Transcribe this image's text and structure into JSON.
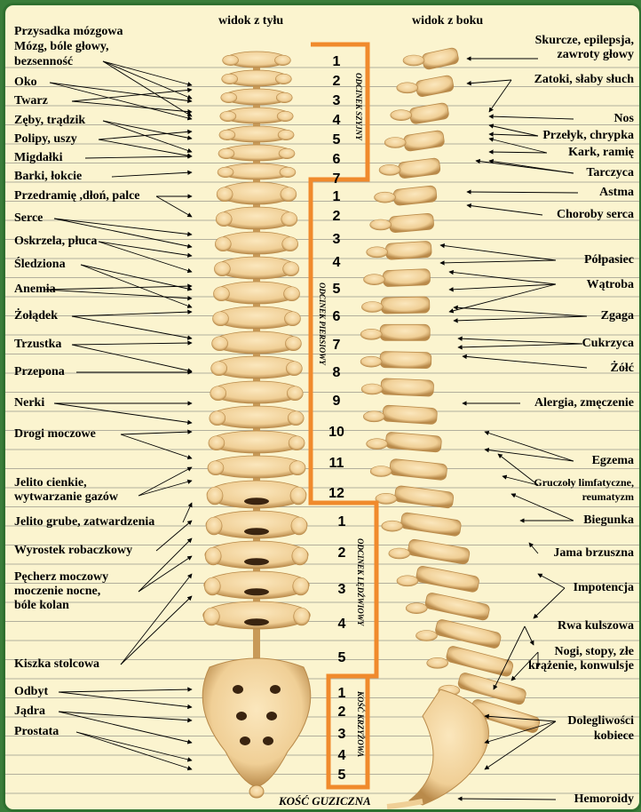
{
  "headers": {
    "back_view": "widok z tyłu",
    "side_view": "widok z boku"
  },
  "sections": {
    "cervical": {
      "label": "ODCINEK SZYJNY",
      "numbers": [
        "1",
        "2",
        "3",
        "4",
        "5",
        "6",
        "7"
      ]
    },
    "thoracic": {
      "label": "ODCINEK PIERSIOWY",
      "numbers": [
        "1",
        "2",
        "3",
        "4",
        "5",
        "6",
        "7",
        "8",
        "9",
        "10",
        "11",
        "12"
      ]
    },
    "lumbar": {
      "label": "ODCINEK LĘDŹWIOWY",
      "numbers": [
        "1",
        "2",
        "3",
        "4",
        "5"
      ]
    },
    "sacral": {
      "label": "KOŚĆ KRZYŻOWA",
      "numbers": [
        "1",
        "2",
        "3",
        "4",
        "5"
      ]
    }
  },
  "coccyx_label": "KOŚĆ GUZICZNA",
  "left_labels": [
    "Przysadka mózgowa",
    "Mózg, bóle głowy,",
    "bezsenność",
    "Oko",
    "Twarz",
    "Zęby, trądzik",
    "Polipy, uszy",
    "Migdałki",
    "Barki, łokcie",
    "Przedramię ,dłoń, palce",
    "Serce",
    "Oskrzela, płuca",
    "Śledziona",
    "Anemia",
    "Żołądek",
    "Trzustka",
    "Przepona",
    "Nerki",
    "Drogi moczowe",
    "Jelito cienkie,",
    "wytwarzanie gazów",
    "Jelito grube, zatwardzenia",
    "Wyrostek robaczkowy",
    "Pęcherz moczowy",
    "moczenie nocne,",
    "bóle kolan",
    "Kiszka stolcowa",
    "Odbyt",
    "Jądra",
    "Prostata"
  ],
  "right_labels": [
    "Skurcze, epilepsja,",
    "zawroty głowy",
    "Zatoki, słaby słuch",
    "Nos",
    "Przełyk, chrypka",
    "Kark, ramię",
    "Tarczyca",
    "Astma",
    "Choroby serca",
    "Półpasiec",
    "Wątroba",
    "Zgaga",
    "Cukrzyca",
    "Żółć",
    "Alergia, zmęczenie",
    "Egzema",
    "Gruczoły limfatyczne,",
    "reumatyzm",
    "Biegunka",
    "Jama brzuszna",
    "Impotencja",
    "Rwa kulszowa",
    "Nogi, stopy, złe",
    "krążenie, konwulsje",
    "Dolegliwości",
    "kobiece",
    "Hemoroidy"
  ],
  "colors": {
    "background": "#fbf4cf",
    "frame": "#2f7030",
    "bracket": "#f08a2c",
    "bone": "#f0cf96",
    "bone_shadow": "#b98a4a"
  }
}
